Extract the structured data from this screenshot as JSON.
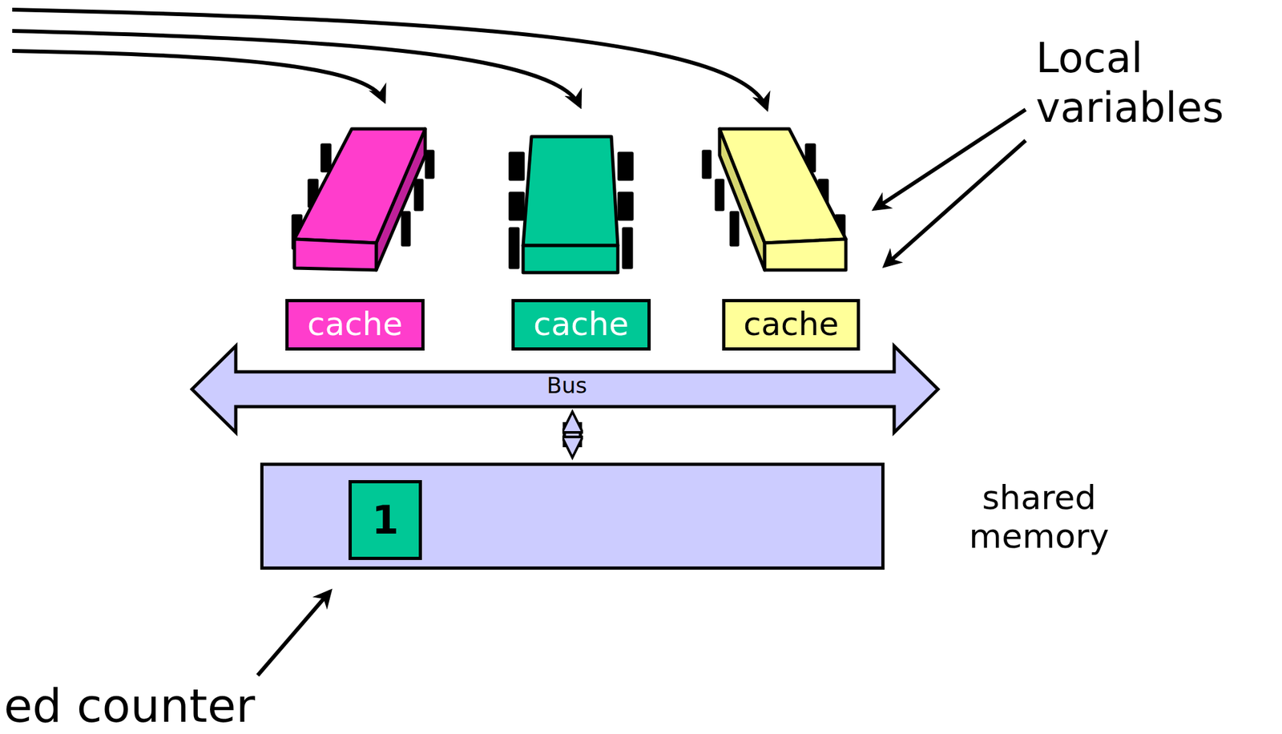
{
  "diagram": {
    "nodes": [
      {
        "text": [
          "cache"
        ]
      },
      {
        "text": [
          "cache"
        ]
      },
      {
        "text": [
          "cache"
        ]
      },
      {
        "text": [
          "Bus"
        ]
      },
      {
        "text": [
          "shared memory"
        ]
      },
      {
        "text": [
          "1"
        ],
        "in": 4
      }
    ],
    "edges": [
      {
        "from": 3,
        "to": 4,
        "arrow": "both"
      }
    ],
    "labels": [
      "Local variables",
      "ed counter"
    ]
  }
}
